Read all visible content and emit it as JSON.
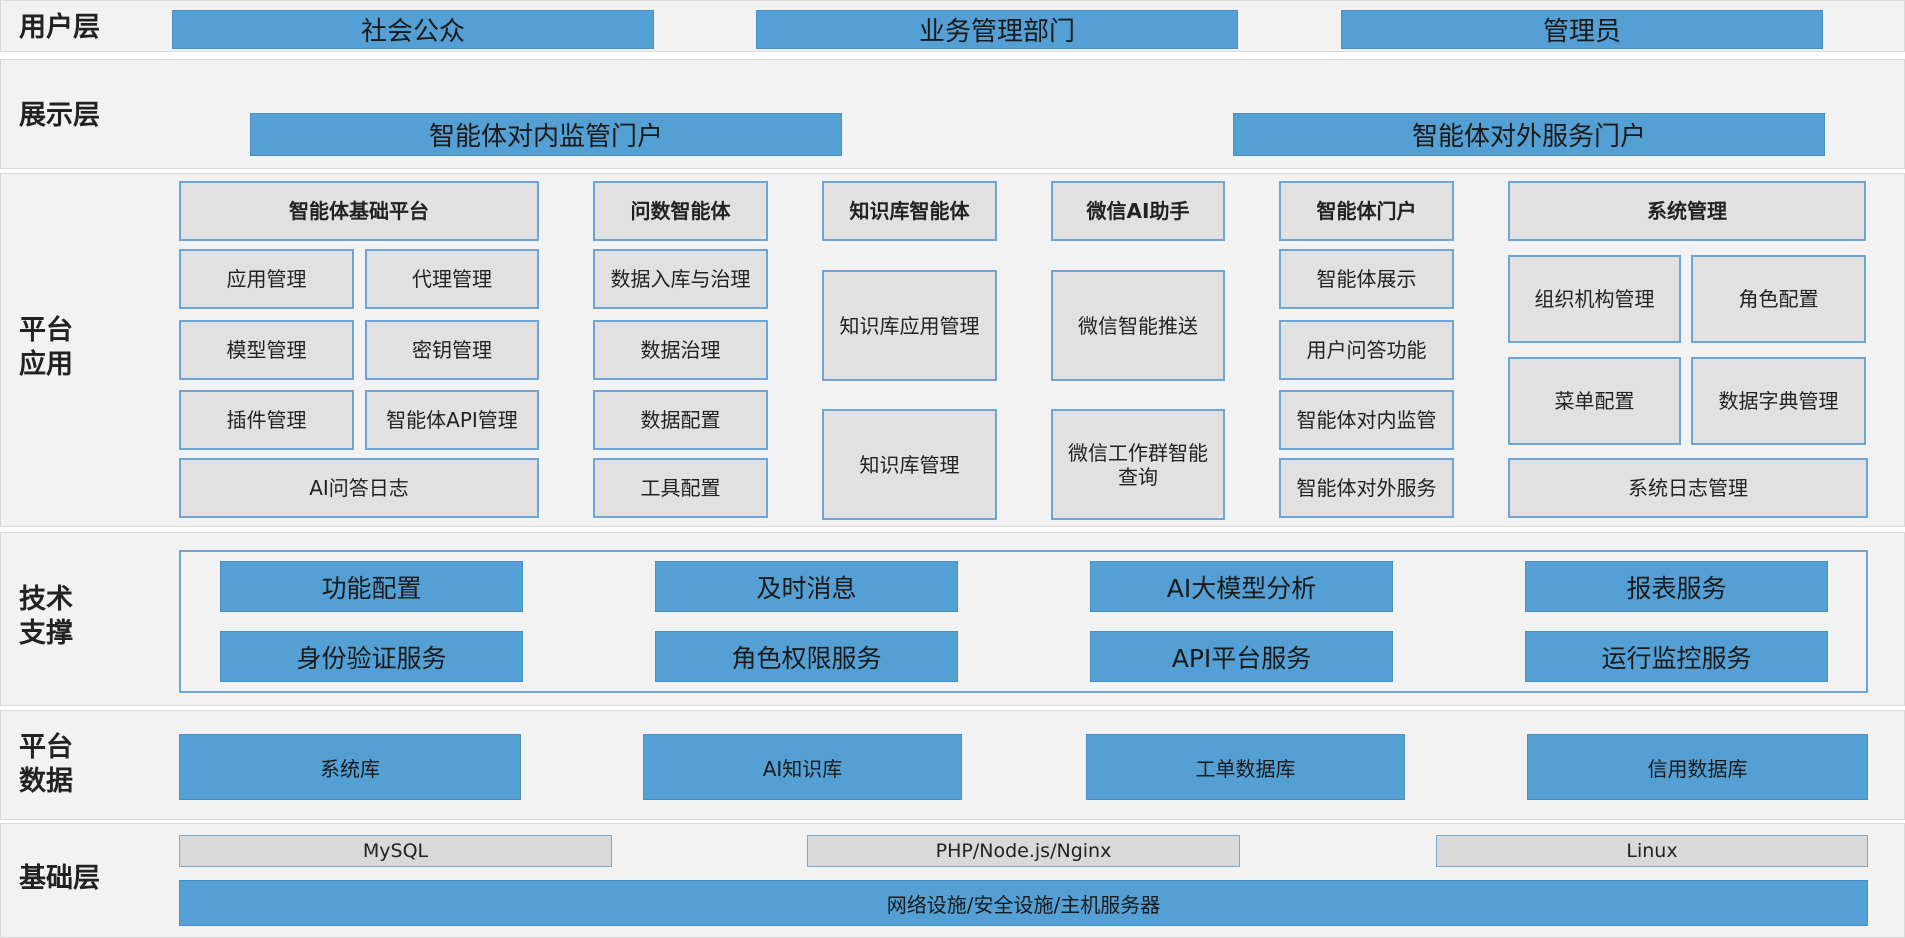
{
  "layers": {
    "user": {
      "title": "用户层",
      "items": [
        "社会公众",
        "业务管理部门",
        "管理员"
      ]
    },
    "display": {
      "title": "展示层",
      "items": [
        "智能体对内监管门户",
        "智能体对外服务门户"
      ]
    },
    "platform_app": {
      "title": "平台\n应用",
      "columns": [
        {
          "head": "智能体基础平台",
          "items": [
            "应用管理",
            "代理管理",
            "模型管理",
            "密钥管理",
            "插件管理",
            "智能体API管理",
            "AI问答日志"
          ]
        },
        {
          "head": "问数智能体",
          "items": [
            "数据入库与治理",
            "数据治理",
            "数据配置",
            "工具配置"
          ]
        },
        {
          "head": "知识库智能体",
          "items": [
            "知识库应用管理",
            "知识库管理"
          ]
        },
        {
          "head": "微信AI助手",
          "items": [
            "微信智能推送",
            "微信工作群智能\n查询"
          ]
        },
        {
          "head": "智能体门户",
          "items": [
            "智能体展示",
            "用户问答功能",
            "智能体对内监管",
            "智能体对外服务"
          ]
        },
        {
          "head": "系统管理",
          "items": [
            "组织机构管理",
            "角色配置",
            "菜单配置",
            "数据字典管理",
            "系统日志管理"
          ]
        }
      ]
    },
    "tech": {
      "title": "技术\n支撑",
      "items": [
        "功能配置",
        "及时消息",
        "AI大模型分析",
        "报表服务",
        "身份验证服务",
        "角色权限服务",
        "API平台服务",
        "运行监控服务"
      ]
    },
    "data": {
      "title": "平台\n数据",
      "items": [
        "系统库",
        "AI知识库",
        "工单数据库",
        "信用数据库"
      ]
    },
    "base": {
      "title": "基础层",
      "items": [
        "MySQL",
        "PHP/Node.js/Nginx",
        "Linux"
      ],
      "infra": "网络设施/安全设施/主机服务器"
    }
  },
  "colors": {
    "blue_box": "#549fd3",
    "gray_box": "#e1e1e1",
    "border_blue": "#6da6d6",
    "layer_bg": "#f2f2f2"
  }
}
